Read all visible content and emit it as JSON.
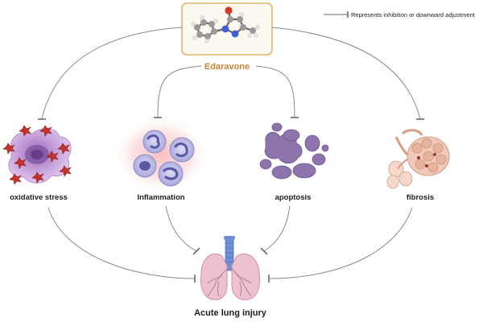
{
  "legend": {
    "text": "Represents inhibition or downward adjustment"
  },
  "drug": {
    "name": "Edaravone"
  },
  "targets": [
    {
      "label": "oxidative stress"
    },
    {
      "label": "Inflammation"
    },
    {
      "label": "apoptosis"
    },
    {
      "label": "fibrosis"
    }
  ],
  "outcome": {
    "label": "Acute lung injury"
  },
  "colors": {
    "drug_border": "#e0b46a",
    "drug_label": "#c9863a",
    "arrow": "#8a8a8a",
    "oxidative_cell": "#c39ad6",
    "ros_star": "#c4322d",
    "inflammation_glow": "#f4a4a4",
    "immune_cell": "#b9b8e6",
    "apoptosis_cell": "#8e74ad",
    "fibrosis_tissue": "#f1c9b9",
    "lung": "#e9b6c9",
    "trachea": "#6f8fd6"
  }
}
